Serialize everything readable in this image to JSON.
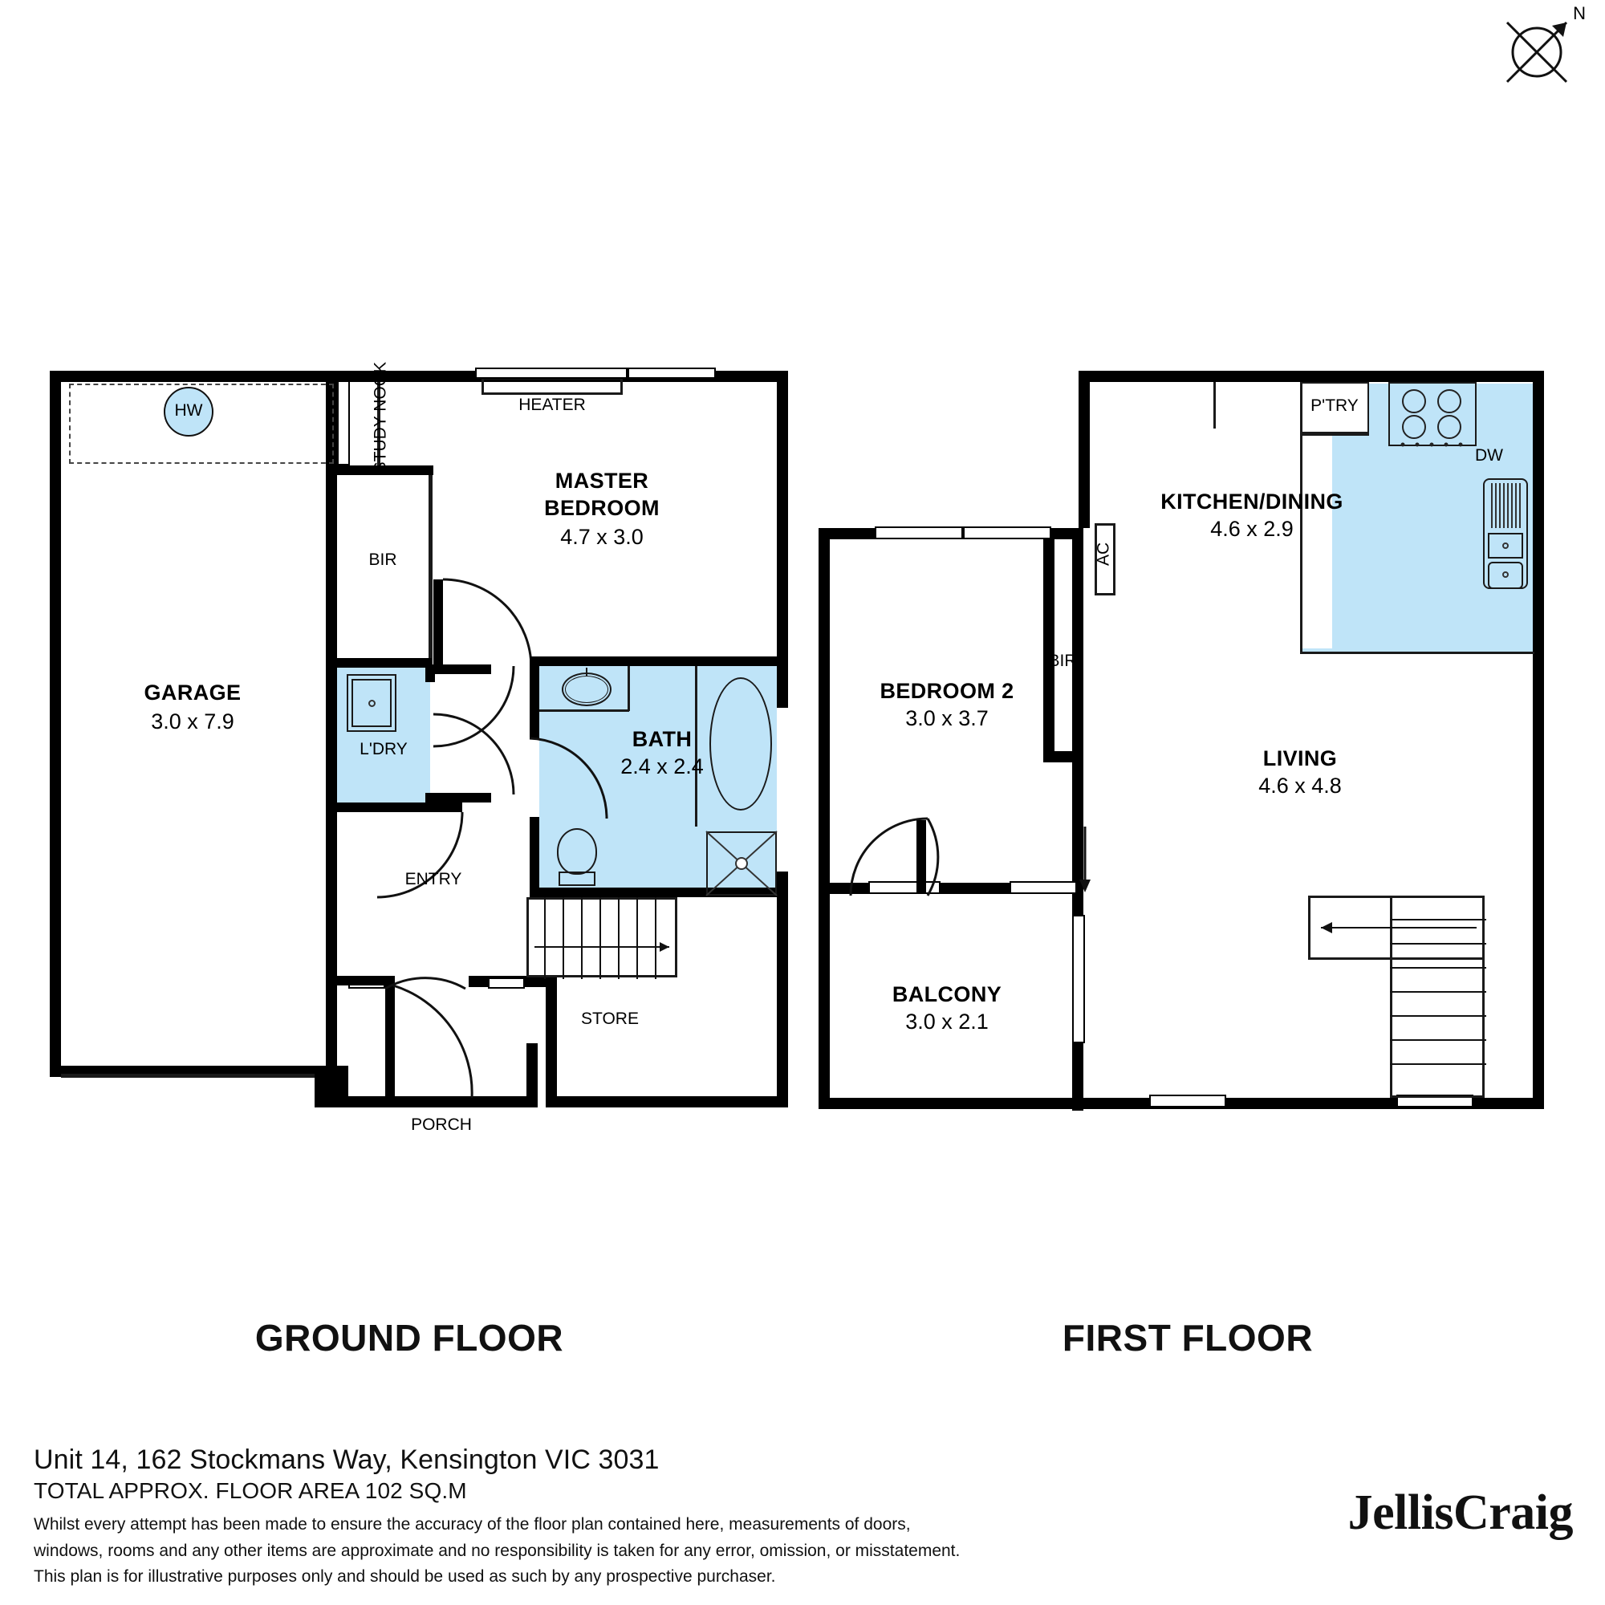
{
  "document": {
    "address": "Unit 14, 162 Stockmans Way, Kensington VIC 3031",
    "area": "TOTAL APPROX. FLOOR AREA 102 SQ.M",
    "disclaimer_line1": "Whilst every attempt has been made to ensure the accuracy of the floor plan contained here, measurements of doors,",
    "disclaimer_line2": "windows, rooms and any other items are approximate and no responsibility is taken for any error, omission, or misstatement.",
    "disclaimer_line3": "This plan is for illustrative purposes only and should be used as such by any prospective purchaser.",
    "brand": "JellisCraig",
    "compass_label": "N",
    "accent_fill": "#bfe4f8",
    "wall_color": "#000000"
  },
  "floors": [
    {
      "title": "GROUND FLOOR",
      "rooms": [
        {
          "name": "GARAGE",
          "dim": "3.0 x 7.9"
        },
        {
          "name": "MASTER",
          "name2": "BEDROOM",
          "dim": "4.7 x 3.0"
        },
        {
          "name": "BATH",
          "dim": "2.4 x 2.4"
        }
      ],
      "labels": {
        "hot_water": "HW",
        "study_nook": "STUDY NOOK",
        "heater": "HEATER",
        "bir": "BIR",
        "laundry": "L'DRY",
        "entry": "ENTRY",
        "store": "STORE",
        "porch": "PORCH"
      }
    },
    {
      "title": "FIRST FLOOR",
      "rooms": [
        {
          "name": "KITCHEN/DINING",
          "dim": "4.6 x 2.9"
        },
        {
          "name": "LIVING",
          "dim": "4.6 x 4.8"
        },
        {
          "name": "BEDROOM 2",
          "dim": "3.0 x 3.7"
        },
        {
          "name": "BALCONY",
          "dim": "3.0 x 2.1"
        }
      ],
      "labels": {
        "pantry": "P'TRY",
        "dishwasher": "DW",
        "air_con": "AC",
        "bir": "BIR"
      }
    }
  ]
}
